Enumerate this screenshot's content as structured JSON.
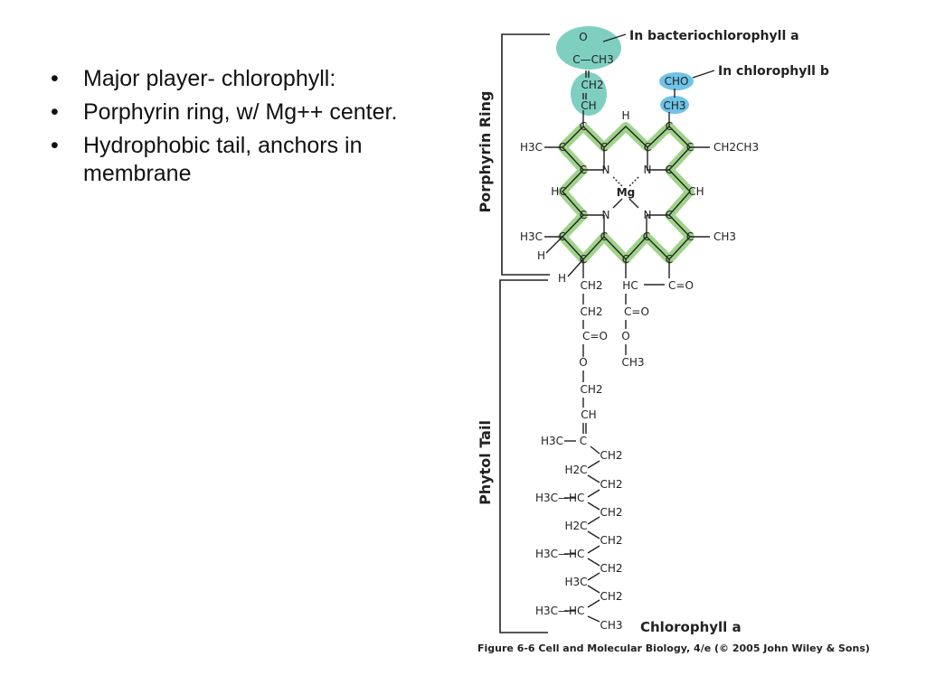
{
  "slide": {
    "bullets": [
      "Major player- chlorophyll:",
      "Porphyrin ring, w/ Mg++ center.",
      "Hydrophobic tail, anchors in membrane"
    ],
    "bullet_glyph": "•"
  },
  "figure": {
    "section_porphyrin": "Porphyrin Ring",
    "section_phytol": "Phytol Tail",
    "callout_bacterio": "In bacteriochlorophyll a",
    "callout_chl_b": "In chlorophyll b",
    "molecule_name": "Chlorophyll a",
    "caption": "Figure 6-6  Cell and Molecular Biology, 4/e (© 2005 John Wiley & Sons)",
    "center_metal": "Mg",
    "groups": {
      "co": "O",
      "c_ch3": "C—CH3",
      "ch2": "CH2",
      "ch": "CH",
      "cho": "CHO",
      "ch3": "CH3",
      "h": "H",
      "c": "C",
      "n": "N",
      "h3c": "H3C",
      "hc": "HC",
      "ch2ch3": "CH2CH3",
      "c_eq_o": "C=O",
      "o": "O",
      "h2c": "H2C",
      "h3c_hc": "H3C—HC"
    },
    "colors": {
      "ring_highlight": "#9fd38a",
      "bacterio_highlight": "#7fcfc0",
      "chl_b_highlight": "#6ec3e6",
      "mg_color": "#c0392b"
    }
  }
}
